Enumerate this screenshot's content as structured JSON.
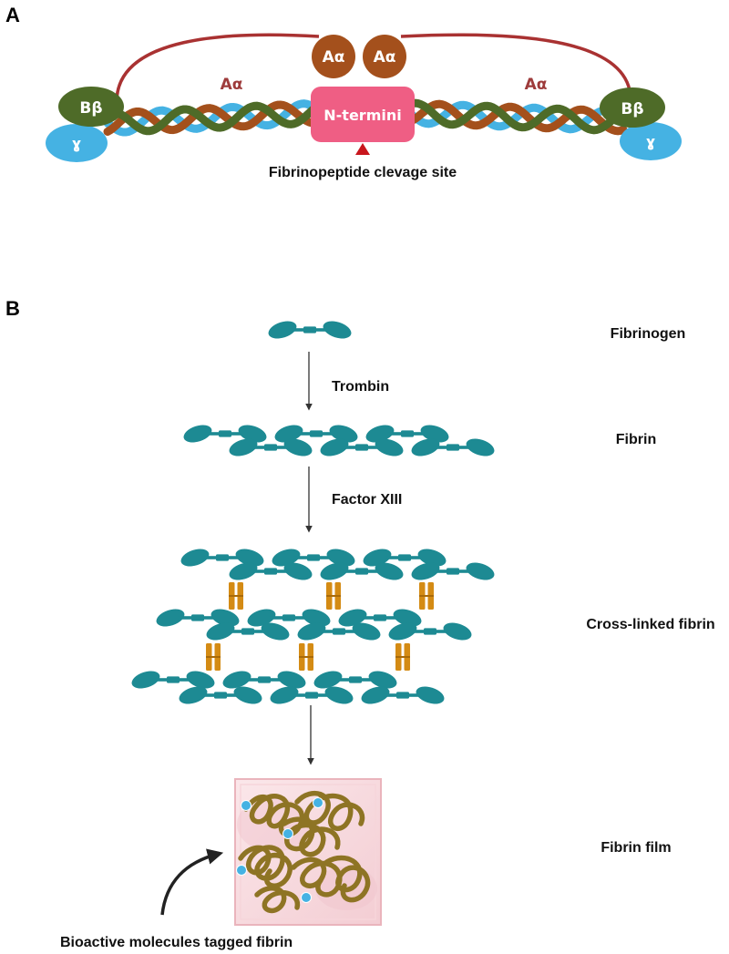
{
  "panel_a": {
    "letter": "A",
    "domains": {
      "a_alpha_left": "Aα",
      "a_alpha_right": "Aα",
      "b_beta_left": "Bβ",
      "b_beta_right": "Bβ",
      "gamma_left": "ɣ",
      "gamma_right": "ɣ",
      "chain_label_left": "Aα",
      "chain_label_right": "Aα",
      "center": "N-termini"
    },
    "caption": "Fibrinopeptide clevage site"
  },
  "panel_b": {
    "letter": "B",
    "steps": [
      "Fibrinogen",
      "Fibrin",
      "Cross-linked fibrin",
      "Fibrin film"
    ],
    "enzymes": [
      "Trombin",
      "Factor XIII"
    ],
    "callout": "Bioactive molecules tagged fibrin"
  },
  "colors": {
    "a_alpha": "#a4501c",
    "b_beta": "#4e6b28",
    "gamma": "#45b2e3",
    "center": "#ef5e84",
    "tether": "#a93232",
    "cleavage_marker": "#c8161d",
    "chain_label": "#9e3b3b",
    "fibrin_unit": "#1d8a93",
    "crosslink": "#d48b14",
    "film_background": "#f7dade",
    "film_fiber": "#8e7424",
    "tag": "#45b2e3"
  }
}
